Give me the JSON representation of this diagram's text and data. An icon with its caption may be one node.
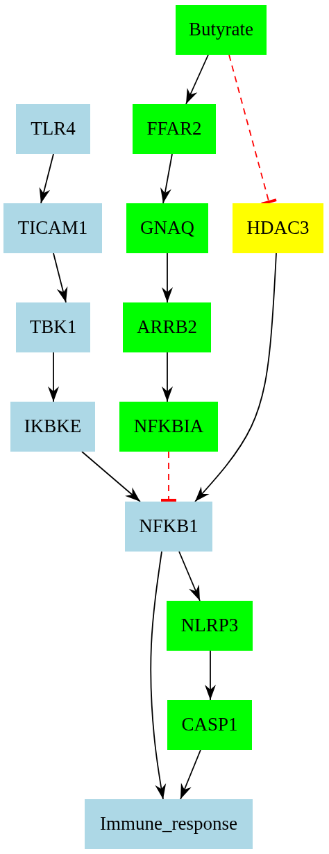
{
  "diagram": {
    "nodes": [
      {
        "text": [
          "Butyrate"
        ]
      },
      {
        "text": [
          "TLR4"
        ]
      },
      {
        "text": [
          "FFAR2"
        ]
      },
      {
        "text": [
          "TICAM1"
        ]
      },
      {
        "text": [
          "GNAQ"
        ]
      },
      {
        "text": [
          "HDAC3"
        ]
      },
      {
        "text": [
          "TBK1"
        ]
      },
      {
        "text": [
          "ARRB2"
        ]
      },
      {
        "text": [
          "IKBKE"
        ]
      },
      {
        "text": [
          "NFKBIA"
        ]
      },
      {
        "text": [
          "NFKB1"
        ]
      },
      {
        "text": [
          "NLRP3"
        ]
      },
      {
        "text": [
          "CASP1"
        ]
      },
      {
        "text": [
          "Immune_response"
        ]
      }
    ],
    "edges": [
      {
        "from": 0,
        "to": 2,
        "arrow": "to"
      },
      {
        "from": 0,
        "to": 5,
        "arrow": "other",
        "style": "dashed",
        "color": "#ff0000"
      },
      {
        "from": 1,
        "to": 3,
        "arrow": "to"
      },
      {
        "from": 2,
        "to": 4,
        "arrow": "to"
      },
      {
        "from": 3,
        "to": 6,
        "arrow": "to"
      },
      {
        "from": 4,
        "to": 7,
        "arrow": "to"
      },
      {
        "from": 6,
        "to": 8,
        "arrow": "to"
      },
      {
        "from": 7,
        "to": 9,
        "arrow": "to"
      },
      {
        "from": 8,
        "to": 10,
        "arrow": "to"
      },
      {
        "from": 9,
        "to": 10,
        "arrow": "other",
        "style": "dashed",
        "color": "#ff0000"
      },
      {
        "from": 5,
        "to": 10,
        "arrow": "to"
      },
      {
        "from": 10,
        "to": 11,
        "arrow": "to"
      },
      {
        "from": 10,
        "to": 13,
        "arrow": "to"
      },
      {
        "from": 11,
        "to": 12,
        "arrow": "to"
      },
      {
        "from": 12,
        "to": 13,
        "arrow": "to"
      }
    ]
  }
}
